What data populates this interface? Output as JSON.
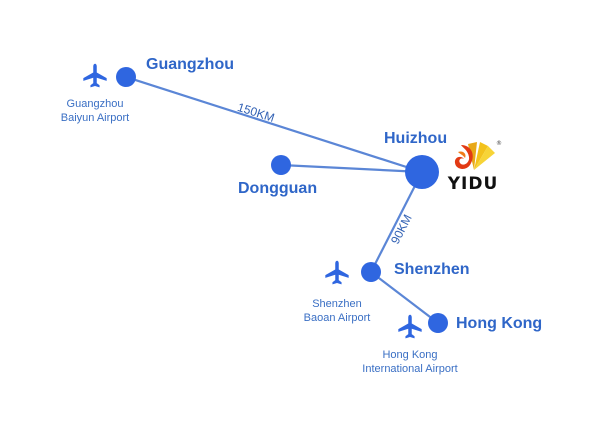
{
  "colors": {
    "route": "#5b86d6",
    "node": "#2f66e0",
    "text": "#2f66c8"
  },
  "cities": {
    "guangzhou": "Guangzhou",
    "huizhou": "Huizhou",
    "dongguan": "Dongguan",
    "shenzhen": "Shenzhen",
    "hongkong": "Hong Kong"
  },
  "airports": {
    "guangzhou": [
      "Guangzhou",
      "Baiyun Airport"
    ],
    "shenzhen": [
      "Shenzhen",
      "Baoan Airport"
    ],
    "hongkong": [
      "Hong Kong",
      "International Airport"
    ]
  },
  "distances": {
    "guangzhou_huizhou": "150KM",
    "huizhou_shenzhen": "90KM"
  },
  "logo": {
    "text": "YIDU",
    "mark": "®",
    "icon": "yidu-logo-icon"
  },
  "icons": {
    "airport": "airplane-icon"
  }
}
